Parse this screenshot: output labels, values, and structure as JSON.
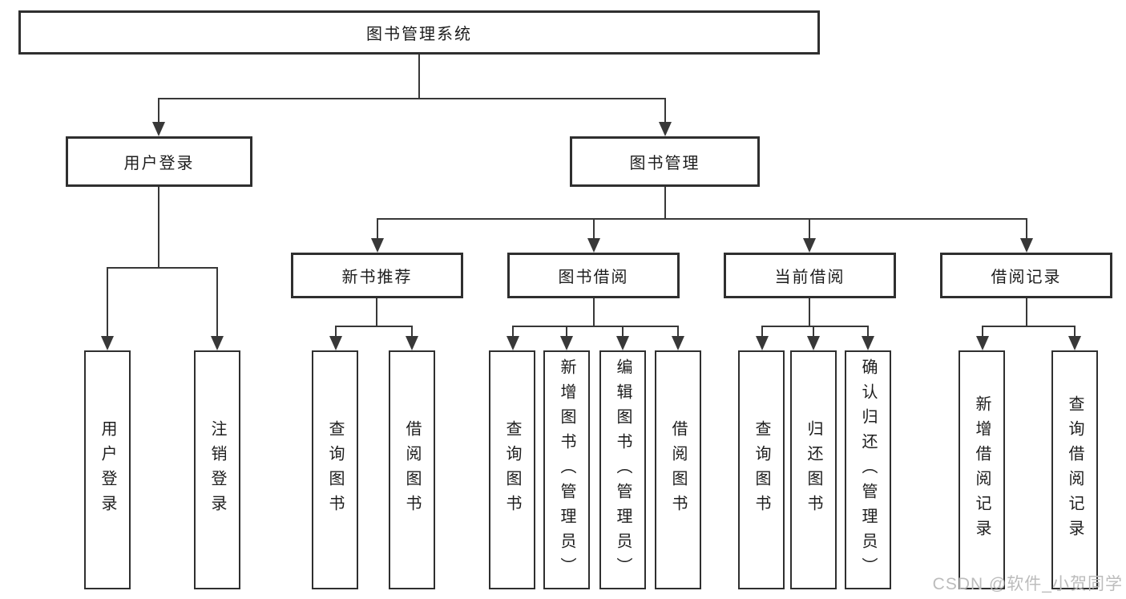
{
  "root": {
    "label": "图书管理系统"
  },
  "login": {
    "label": "用户登录",
    "children": [
      {
        "label": "用户登录"
      },
      {
        "label": "注销登录"
      }
    ]
  },
  "management": {
    "label": "图书管理",
    "sections": [
      {
        "label": "新书推荐",
        "children": [
          {
            "label": "查询图书"
          },
          {
            "label": "借阅图书"
          }
        ]
      },
      {
        "label": "图书借阅",
        "children": [
          {
            "label": "查询图书"
          },
          {
            "label": "新增图书（管理员）"
          },
          {
            "label": "编辑图书（管理员）"
          },
          {
            "label": "借阅图书"
          }
        ]
      },
      {
        "label": "当前借阅",
        "children": [
          {
            "label": "查询图书"
          },
          {
            "label": "归还图书"
          },
          {
            "label": "确认归还（管理员）"
          }
        ]
      },
      {
        "label": "借阅记录",
        "children": [
          {
            "label": "新增借阅记录"
          },
          {
            "label": "查询借阅记录"
          }
        ]
      }
    ]
  },
  "watermark": "CSDN @软件_小贺同学",
  "colors": {
    "line": "#383838",
    "border": "#2f2f2f",
    "text": "#1d1d1d",
    "watermark": "#bcbcbc",
    "background": "#ffffff"
  }
}
